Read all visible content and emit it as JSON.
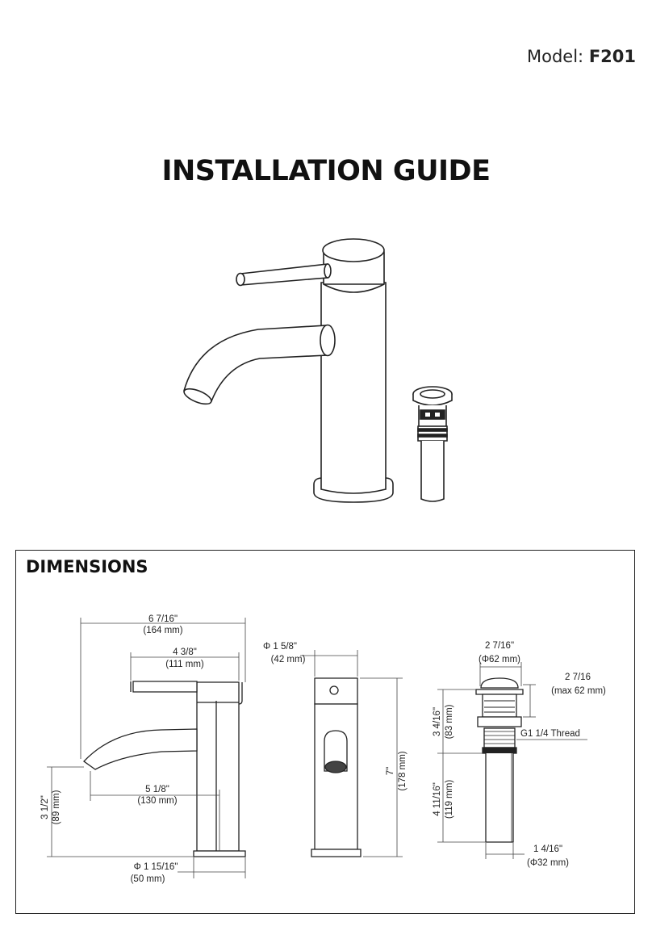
{
  "header": {
    "model_prefix": "Model:",
    "model_number": "F201"
  },
  "title": "INSTALLATION GUIDE",
  "dimensions": {
    "heading": "DIMENSIONS",
    "side": {
      "overall_width": "6 7/16\"",
      "overall_width_mm": "(164  mm)",
      "handle_length": "4 3/8\"",
      "handle_length_mm": "(111  mm)",
      "spout_reach": "5 1/8\"",
      "spout_reach_mm": "(130  mm)",
      "spout_height": "3 1/2\"",
      "spout_height_mm": "(89  mm)",
      "base_diameter": "Φ 1 15/16\"",
      "base_diameter_mm": "(50  mm)"
    },
    "front": {
      "body_diameter": "Φ 1 5/8\"",
      "body_diameter_mm": "(42  mm)",
      "height": "7\"",
      "height_mm": "(178  mm)"
    },
    "drain": {
      "cap_diameter": "2 7/16\"",
      "cap_diameter_mm": "(Φ62 mm)",
      "max_depth": "2 7/16",
      "max_depth_mm": "(max 62 mm)",
      "top_height": "3 4/16\"",
      "top_height_mm": "(83 mm)",
      "thread": "G1 1/4 Thread",
      "tail_length": "4 11/16\"",
      "tail_length_mm": "(119 mm)",
      "tail_diameter": "1 4/16\"",
      "tail_diameter_mm": "(Φ32 mm)"
    }
  }
}
